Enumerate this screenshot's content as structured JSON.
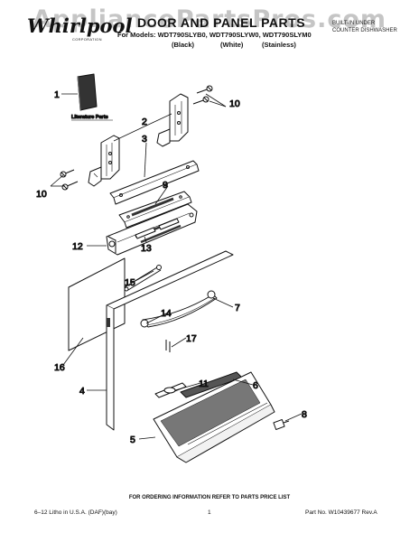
{
  "header": {
    "watermark": "AppliancePartsPros.com",
    "brand": "Whirlpool",
    "brand_sub": "CORPORATION",
    "title": "DOOR AND PANEL PARTS",
    "models": "For Models: WDT790SLYB0, WDT790SLYW0, WDT790SLYM0",
    "variants": [
      "(Black)",
      "(White)",
      "(Stainless)"
    ],
    "product_line1": "BUILT-IN UNDER",
    "product_line2": "COUNTER DISHWASHER"
  },
  "diagram": {
    "literature_label": "Literature Parts",
    "callouts": [
      "1",
      "2",
      "3",
      "4",
      "5",
      "6",
      "7",
      "8",
      "9",
      "10",
      "10",
      "11",
      "12",
      "13",
      "14",
      "15",
      "16",
      "17"
    ]
  },
  "footer": {
    "note": "FOR ORDERING INFORMATION REFER TO PARTS PRICE LIST",
    "left": "6–12  Litho in U.S.A. (DAF)(bay)",
    "page": "1",
    "part_no": "Part No. W10439677 Rev.A"
  },
  "colors": {
    "line": "#111111",
    "gasket_fill": "#555555",
    "panel_fill": "#f2f2f2"
  }
}
